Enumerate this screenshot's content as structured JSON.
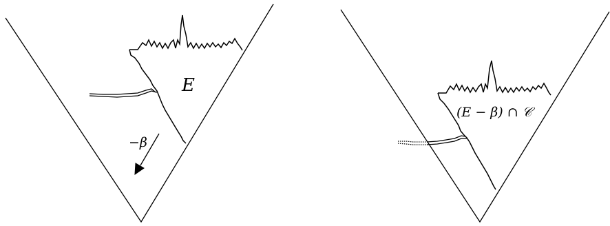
{
  "left_panel": {
    "set_label": "E",
    "shift_label": "−β"
  },
  "right_panel": {
    "set_label": "(E − β) ∩ 𝒞"
  },
  "colors": {
    "stroke": "#000000",
    "background": "#ffffff"
  }
}
